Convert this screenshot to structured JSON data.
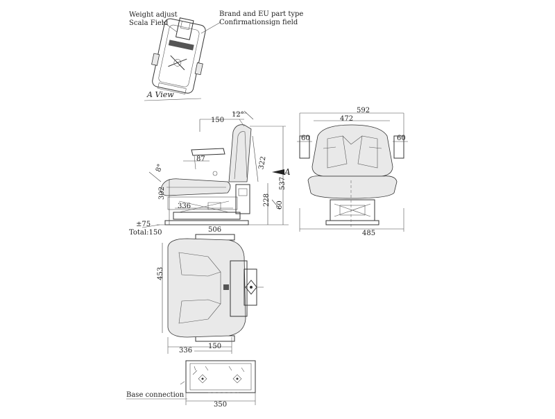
{
  "labels": {
    "weight_adjust": "Weight adjust",
    "scala_field": "Scala Field",
    "brand_eu": "Brand and EU part type",
    "confirmation_sign": "Confirmationsign field",
    "a_view": "A View",
    "base_connection": "Base connection",
    "view_marker": "A",
    "total": "Total:150"
  },
  "dimensions": {
    "angle_back": "12°",
    "seat_depth_top": "150",
    "back_height": "322",
    "armrest_87": "87",
    "angle_seat": "8°",
    "seat_height": "302",
    "seat_front": "336",
    "base_height": "228",
    "tilt_60": "60",
    "total_height": "537",
    "travel": "±75",
    "length": "506",
    "width_total": "592",
    "back_width": "472",
    "armrest_left": "60",
    "armrest_right": "60",
    "base_width": "485",
    "plan_depth": "453",
    "plan_front": "336",
    "plan_rail": "150",
    "base_len": "350"
  }
}
